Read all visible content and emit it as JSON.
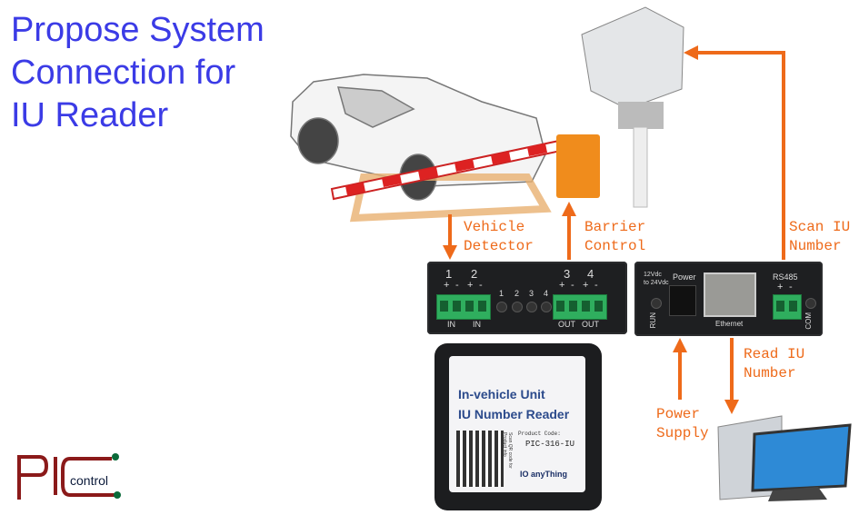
{
  "title": [
    "Propose System",
    "Connection for",
    "IU Reader"
  ],
  "labels": {
    "vehicle_detector": "Vehicle\nDetector",
    "barrier_control": "Barrier\nControl",
    "scan_iu": "Scan IU\nNumber",
    "read_iu": "Read IU\nNumber",
    "power_supply": "Power\nSupply"
  },
  "io_controller": {
    "channels_in": [
      "1",
      "2"
    ],
    "channels_out": [
      "3",
      "4"
    ],
    "polarity": [
      "+",
      "-",
      "+",
      "-"
    ],
    "leds": [
      "1",
      "2",
      "3",
      "4"
    ],
    "in_labels": [
      "IN",
      "IN"
    ],
    "out_labels": [
      "OUT",
      "OUT"
    ]
  },
  "reader_panel": {
    "voltage": "12Vdc\nto 24Vdc",
    "power": "Power",
    "ethernet": "Ethernet",
    "rs485": "RS485",
    "polarity": [
      "+",
      "-"
    ],
    "run": "RUN",
    "com": "COM"
  },
  "product_box": {
    "line1": "In-vehicle Unit",
    "line2": "IU Number Reader",
    "code_label": "Product Code:",
    "code": "PIC-316-IU",
    "qr_note": "Scan QR code for Product info",
    "brand": "IO anyThing"
  },
  "logo": {
    "pic": "PIC",
    "control": "control"
  },
  "colors": {
    "accent": "#ee6a1a",
    "title": "#3b3be6",
    "logo": "#8b1a1a"
  }
}
